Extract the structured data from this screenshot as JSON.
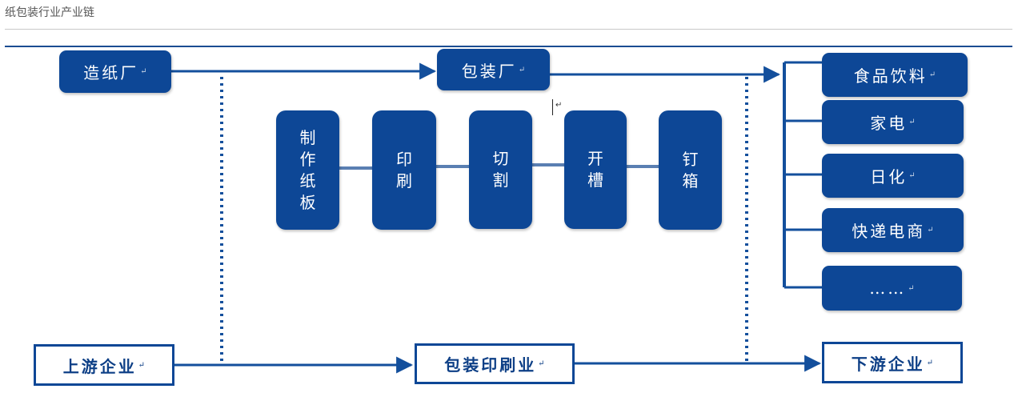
{
  "title": "纸包装行业产业链",
  "boxes": {
    "paper_mill": "造纸厂",
    "packaging_factory": "包装厂",
    "upstream": "上游企业",
    "packaging_printing": "包装印刷业",
    "downstream": "下游企业"
  },
  "process_steps": [
    {
      "chars": [
        "制",
        "作",
        "纸",
        "板"
      ]
    },
    {
      "chars": [
        "印",
        "刷"
      ]
    },
    {
      "chars": [
        "切",
        "割"
      ]
    },
    {
      "chars": [
        "开",
        "槽"
      ]
    },
    {
      "chars": [
        "钉",
        "箱"
      ]
    }
  ],
  "downstream_industries": [
    {
      "label": "食品饮料"
    },
    {
      "label": "家电"
    },
    {
      "label": "日化"
    },
    {
      "label": "快递电商"
    },
    {
      "label": "……"
    }
  ],
  "return_mark": "↵",
  "colors": {
    "box_fill": "#0d4796",
    "line": "#134f9c",
    "connector_light": "#5a7fb2"
  }
}
